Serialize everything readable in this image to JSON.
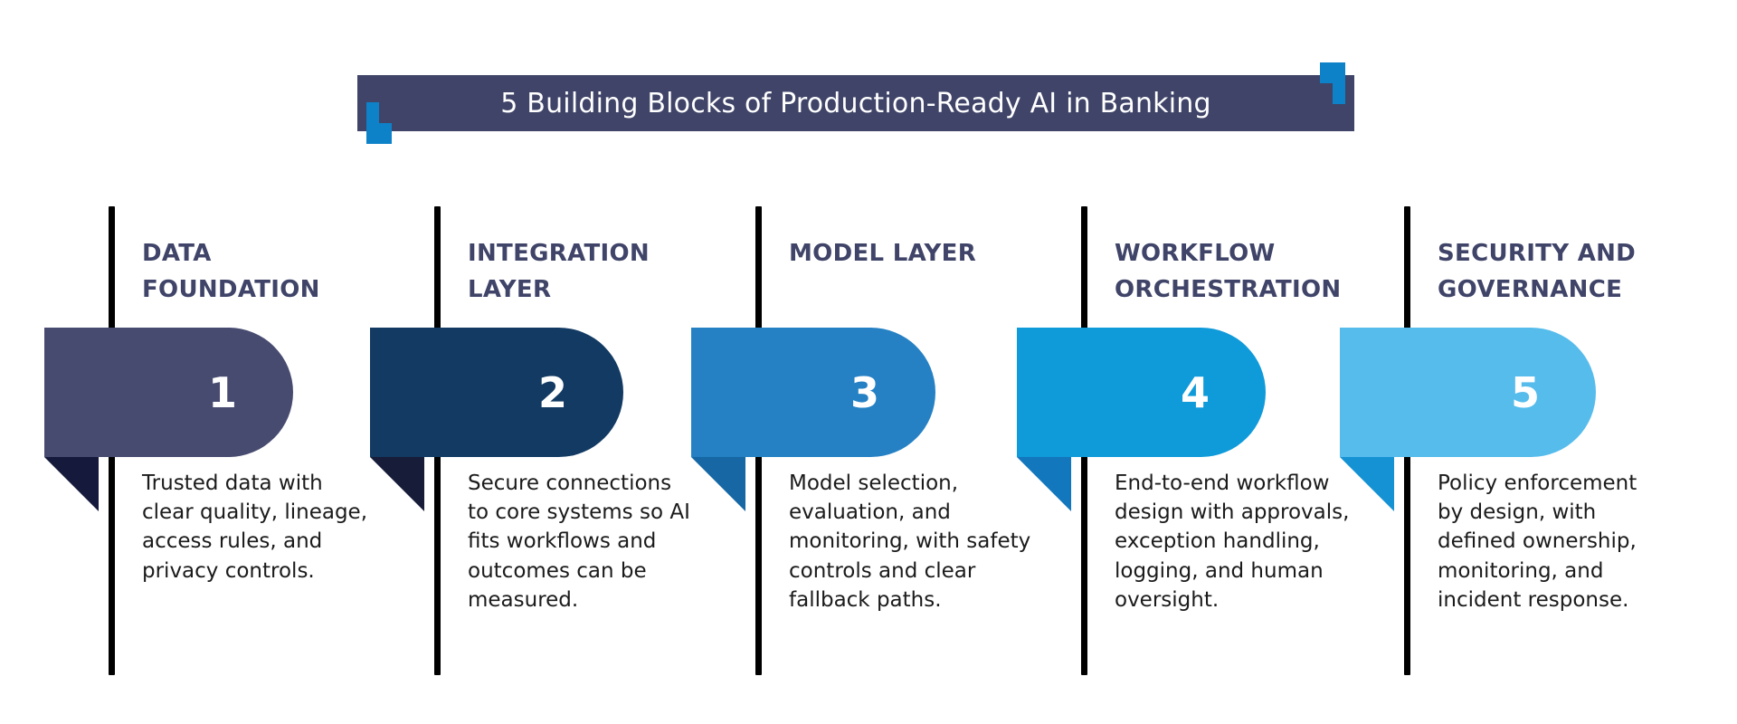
{
  "title": {
    "text": "5 Building Blocks of Production-Ready AI in Banking",
    "banner_color": "#3f4468",
    "accent_color": "#0d82c8",
    "text_color": "#ffffff"
  },
  "theme": {
    "background": "#ffffff",
    "heading_color": "#3f4468",
    "body_color": "#1b1b1b",
    "line_color": "#000000"
  },
  "blocks": [
    {
      "number": "1",
      "heading": "DATA FOUNDATION",
      "body": "Trusted data with clear quality, lineage, access rules, and privacy controls.",
      "pill_color": "#474b70",
      "tail_color": "#151a3c"
    },
    {
      "number": "2",
      "heading": "INTEGRATION LAYER",
      "body": "Secure connections to core systems so AI fits workflows and outcomes can be measured.",
      "pill_color": "#123a63",
      "tail_color": "#171c39"
    },
    {
      "number": "3",
      "heading": "MODEL LAYER",
      "body": "Model selection, evaluation, and monitoring, with safety controls and clear fallback paths.",
      "pill_color": "#2581c4",
      "tail_color": "#1667a4"
    },
    {
      "number": "4",
      "heading": "WORKFLOW ORCHESTRATION",
      "body": "End-to-end workflow design with approvals, exception handling, logging, and human oversight.",
      "pill_color": "#0f9ada",
      "tail_color": "#1277bd"
    },
    {
      "number": "5",
      "heading": "SECURITY AND GOVERNANCE",
      "body": "Policy enforcement by design, with defined ownership, monitoring, and incident response.",
      "pill_color": "#56bcec",
      "tail_color": "#1592d3"
    }
  ]
}
